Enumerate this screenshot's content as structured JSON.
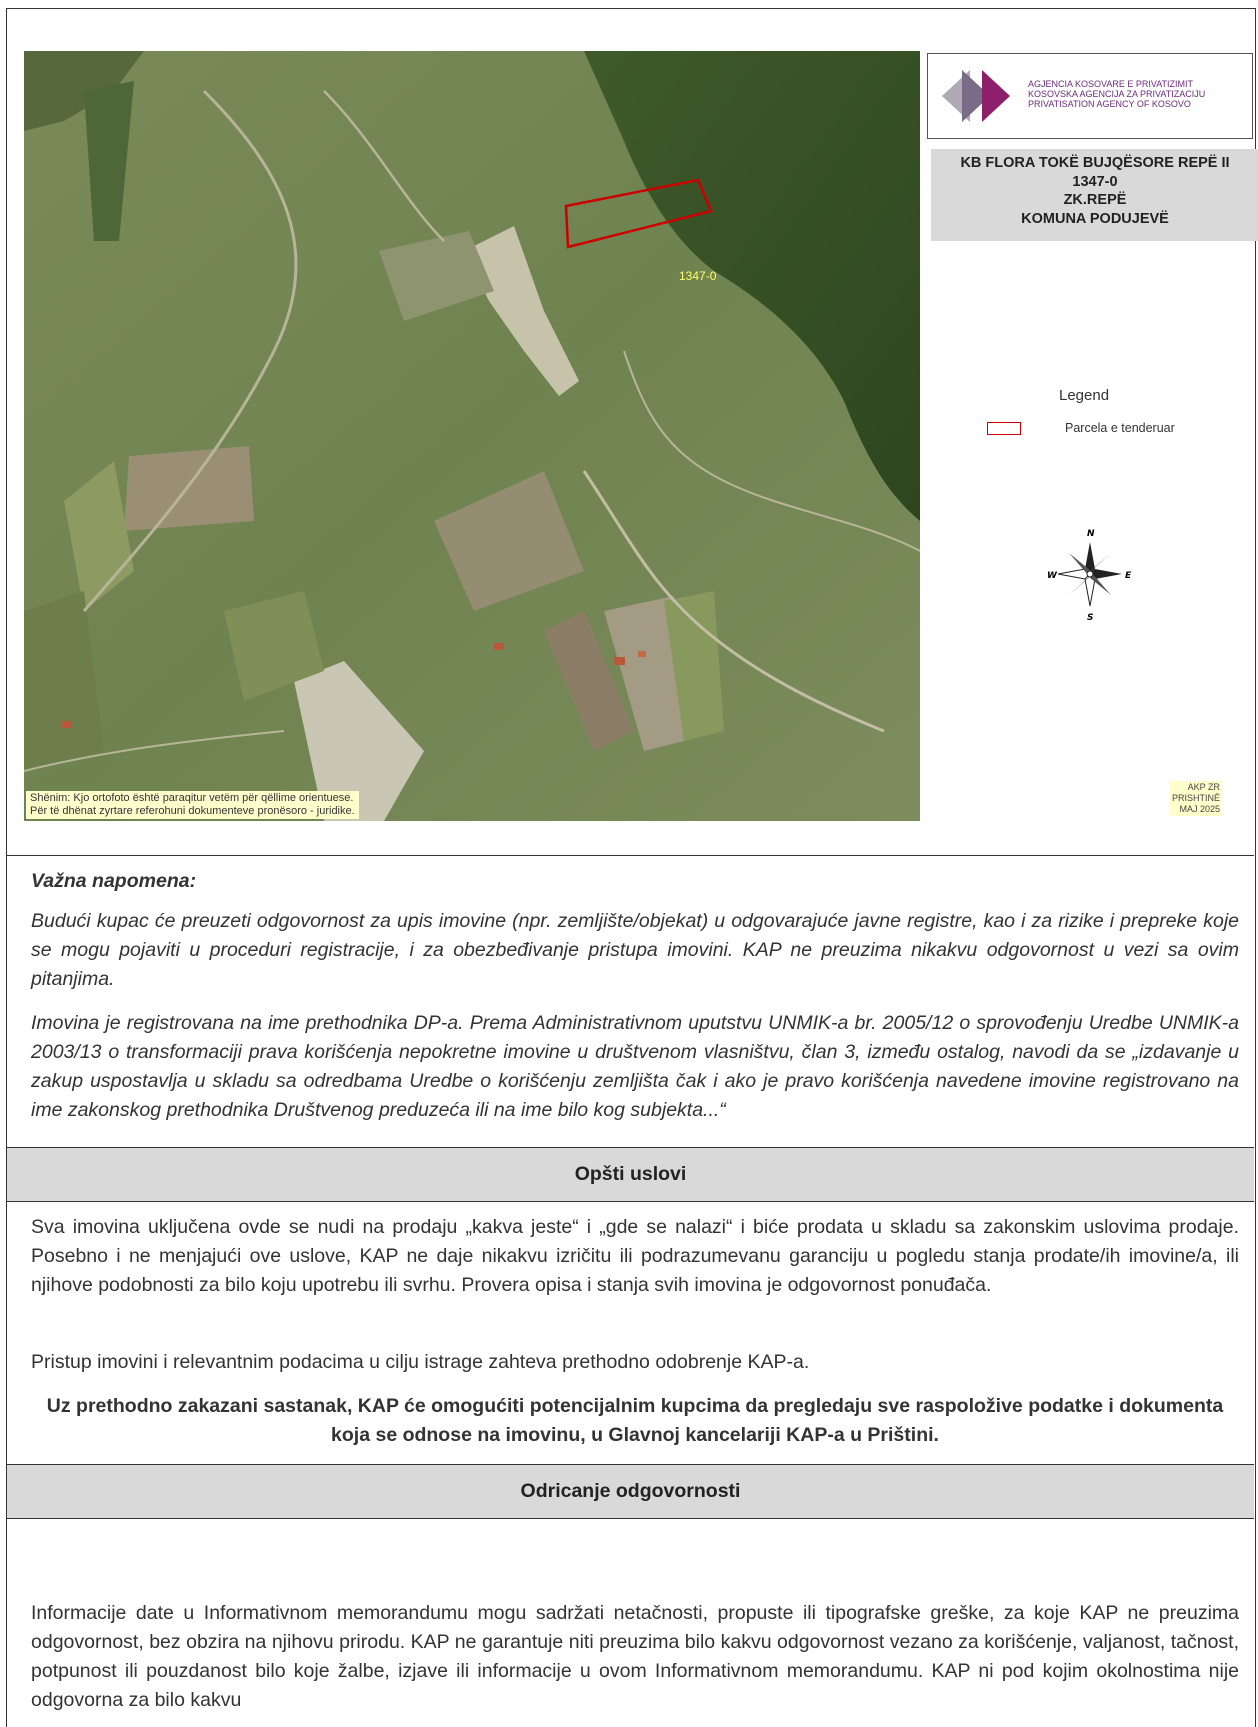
{
  "map": {
    "parcel_label": "1347-0",
    "note_line1": "Shënim: Kjo ortofoto është paraqitur vetëm për qëllime orientuese.",
    "note_line2": "Për të dhënat zyrtare referohuni dokumenteve pronësoro - juridike.",
    "agency_lines": [
      "AGJENCIA KOSOVARE E PRIVATIZIMIT",
      "KOSOVSKA AGENCIJA ZA PRIVATIZACIJU",
      "PRIVATISATION AGENCY OF KOSOVO"
    ],
    "title_lines": [
      "KB FLORA TOKË BUJQËSORE REPË II",
      "1347-0",
      "ZK.REPË",
      "KOMUNA PODUJEVË"
    ],
    "legend_title": "Legend",
    "legend_item": "Parcela e tenderuar",
    "compass": {
      "n": "N",
      "s": "S",
      "e": "E",
      "w": "W"
    },
    "stamp_line1": "AKP ZR PRISHTINË",
    "stamp_line2": "MAJ 2025",
    "colors": {
      "parcel_outline": "#cc0000",
      "title_box": "#d9d9d9",
      "note_bg": "#ffffcc"
    }
  },
  "notice": {
    "heading": "Važna napomena:",
    "p1": "Budući kupac će preuzeti odgovornost za upis imovine (npr. zemljište/objekat) u odgovarajuće javne registre, kao i za rizike i prepreke koje se mogu pojaviti u proceduri registracije, i za obezbeđivanje pristupa imovini. KAP ne preuzima nikakvu odgovornost u vezi sa ovim pitanjima.",
    "p2": "Imovina je registrovana na ime prethodnika DP-a. Prema Administrativnom uputstvu UNMIK-a br. 2005/12 o sprovođenju Uredbe UNMIK-a 2003/13 o transformaciji prava korišćenja nepokretne imovine u društvenom vlasništvu,  član 3, između ostalog, navodi da se „izdavanje u zakup uspostavlja u skladu sa odredbama Uredbe o korišćenju zemljišta čak i ako je pravo korišćenja navedene imovine registrovano na ime zakonskog prethodnika Društvenog preduzeća ili na ime bilo kog subjekta...“"
  },
  "general": {
    "heading": "Opšti uslovi",
    "p1": "Sva imovina uključena ovde se nudi na prodaju „kakva jeste“ i „gde se nalazi“ i biće prodata u skladu sa zakonskim uslovima prodaje. Posebno i ne menjajući ove uslove, KAP ne daje nikakvu izričitu ili podrazumevanu garanciju u pogledu stanja prodate/ih imovine/a, ili njihove podobnosti za bilo koju upotrebu ili svrhu. Provera opisa i stanja svih imovina je odgovornost ponuđača.",
    "p2": "Pristup imovini i relevantnim podacima u cilju istrage zahteva prethodno odobrenje KAP-a.",
    "p3": "Uz prethodno zakazani sastanak, KAP će omogućiti potencijalnim kupcima da pregledaju sve raspoložive podatke i dokumenta koja se odnose na imovinu, u Glavnoj kancelariji KAP-a u Prištini."
  },
  "disclaimer": {
    "heading": "Odricanje odgovornosti",
    "p1": "Informacije date u Informativnom memorandumu mogu sadržati netačnosti, propuste ili tipografske greške, za koje KAP ne preuzima odgovornost, bez obzira na njihovu prirodu. KAP ne garantuje niti preuzima bilo kakvu odgovornost vezano za korišćenje, valjanost, tačnost, potpunost ili pouzdanost bilo koje žalbe, izjave ili informacije u ovom Informativnom memorandumu. KAP ni pod kojim okolnostima nije odgovorna za bilo kakvu"
  }
}
